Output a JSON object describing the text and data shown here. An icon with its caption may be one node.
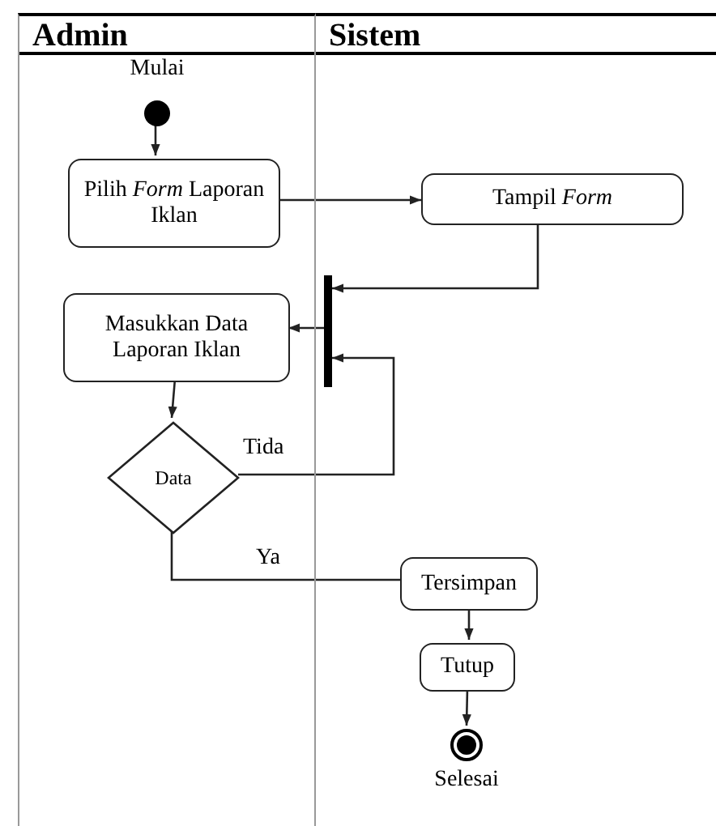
{
  "diagram": {
    "nodes": [
      {
        "text": [
          "Admin"
        ]
      },
      {
        "text": [
          "Sistem"
        ]
      },
      {
        "text": [],
        "shape": "circle",
        "in": 0,
        "beside": [
          "Mulai"
        ]
      },
      {
        "text": [
          "Pilih *Form* Laporan Iklan"
        ],
        "in": 0
      },
      {
        "text": [
          "Tampil *Form*"
        ],
        "in": 1
      },
      {
        "text": [],
        "shape": "bar",
        "in": 1
      },
      {
        "text": [
          "Masukkan Data Laporan Iklan"
        ],
        "in": 0
      },
      {
        "text": [
          "Data"
        ],
        "in": 0
      },
      {
        "text": [
          "Tersimpan"
        ],
        "in": 1
      },
      {
        "text": [
          "Tutup"
        ],
        "in": 1
      },
      {
        "text": [],
        "shape": "circle",
        "in": 1,
        "beside": [
          "Selesai"
        ]
      }
    ],
    "edges": [
      {
        "from": 2,
        "to": 3,
        "arrow": "to"
      },
      {
        "from": 3,
        "to": 4,
        "arrow": "to"
      },
      {
        "from": 4,
        "to": 5,
        "arrow": "to"
      },
      {
        "from": 5,
        "to": 6,
        "arrow": "to"
      },
      {
        "from": 6,
        "to": 7,
        "arrow": "to"
      },
      {
        "from": 7,
        "to": 5,
        "arrow": "to",
        "label": "Tida"
      },
      {
        "from": 7,
        "to": 8,
        "arrow": "none",
        "label": "Ya"
      },
      {
        "from": 8,
        "to": 9,
        "arrow": "to"
      },
      {
        "from": 9,
        "to": 10,
        "arrow": "to"
      }
    ]
  }
}
